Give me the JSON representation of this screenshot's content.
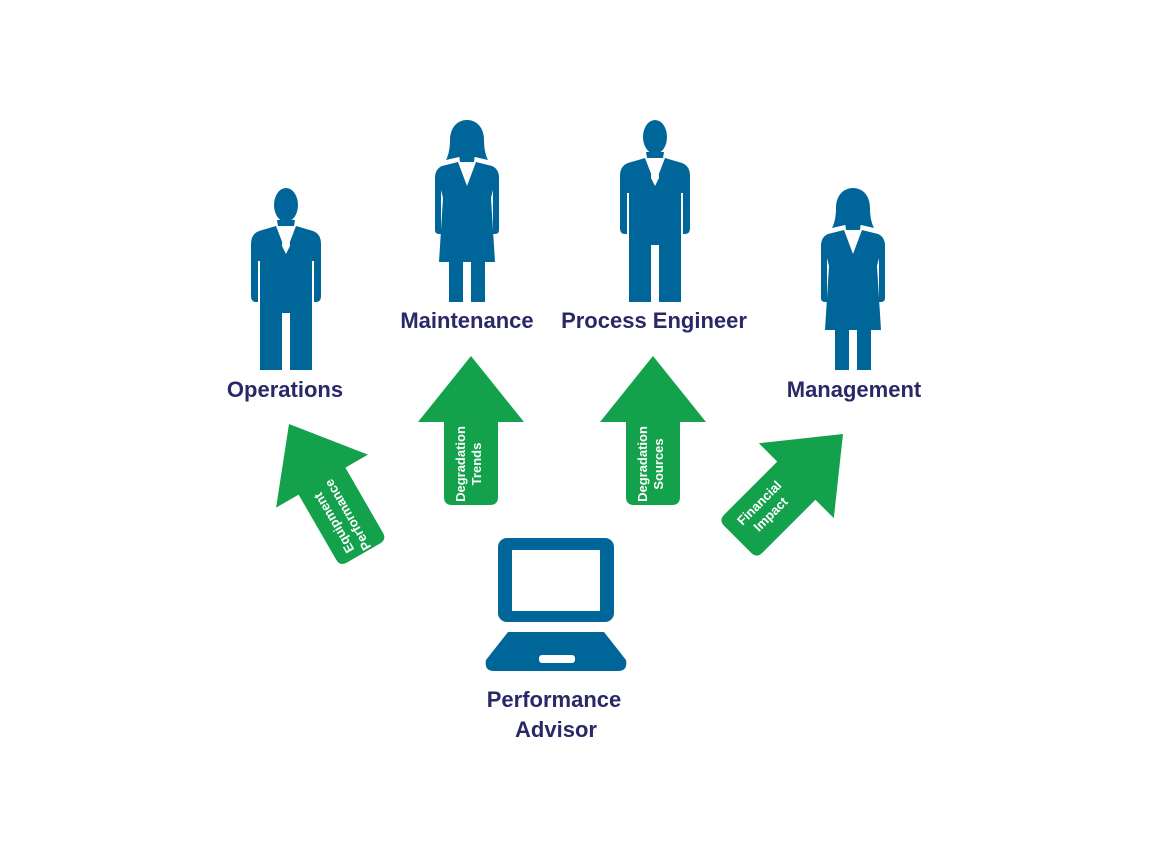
{
  "colors": {
    "person": "#006699",
    "arrow": "#13a24b",
    "label": "#2a2866",
    "arrow_text": "#ffffff",
    "background": "#ffffff"
  },
  "roles": [
    {
      "id": "operations",
      "label": "Operations",
      "icon": "man-icon"
    },
    {
      "id": "maintenance",
      "label": "Maintenance",
      "icon": "woman-icon"
    },
    {
      "id": "process_engineer",
      "label": "Process Engineer",
      "icon": "man-icon"
    },
    {
      "id": "management",
      "label": "Management",
      "icon": "woman-icon"
    }
  ],
  "arrows": [
    {
      "target": "operations",
      "lines": [
        "Equipment",
        "Performance"
      ]
    },
    {
      "target": "maintenance",
      "lines": [
        "Degradation",
        "Trends"
      ]
    },
    {
      "target": "process_engineer",
      "lines": [
        "Degradation",
        "Sources"
      ]
    },
    {
      "target": "management",
      "lines": [
        "Financial",
        "Impact"
      ]
    }
  ],
  "source": {
    "icon": "laptop-icon",
    "lines": [
      "Performance",
      "Advisor"
    ]
  }
}
